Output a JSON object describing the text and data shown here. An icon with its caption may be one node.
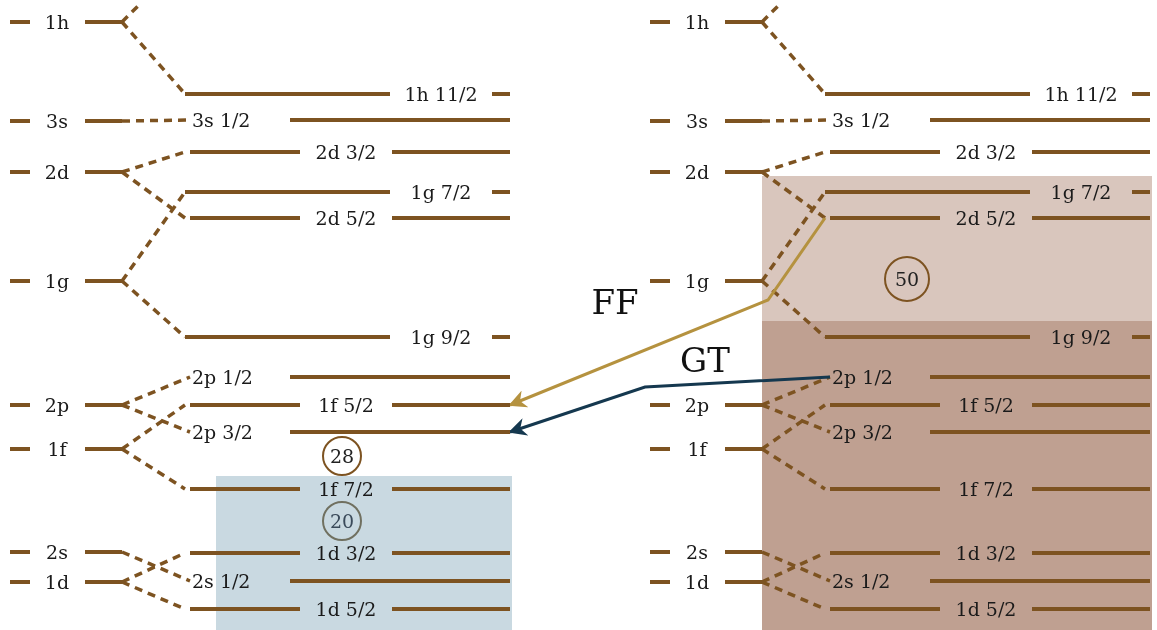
{
  "diagram": {
    "nodes": [
      {
        "text": [
          "1h"
        ]
      },
      {
        "text": [
          "3s"
        ]
      },
      {
        "text": [
          "2d"
        ]
      },
      {
        "text": [
          "1g"
        ]
      },
      {
        "text": [
          "2p"
        ]
      },
      {
        "text": [
          "1f"
        ]
      },
      {
        "text": [
          "2s"
        ]
      },
      {
        "text": [
          "1d"
        ]
      },
      {
        "text": [
          "1h 11/2"
        ]
      },
      {
        "text": [
          "3s 1/2"
        ]
      },
      {
        "text": [
          "2d 3/2"
        ]
      },
      {
        "text": [
          "1g 7/2"
        ]
      },
      {
        "text": [
          "2d 5/2"
        ]
      },
      {
        "text": [
          "1g 9/2"
        ]
      },
      {
        "text": [
          "2p 1/2"
        ]
      },
      {
        "text": [
          "1f 5/2"
        ]
      },
      {
        "text": [
          "2p 3/2"
        ]
      },
      {
        "text": [
          "1f 7/2"
        ]
      },
      {
        "text": [
          "1d 3/2"
        ]
      },
      {
        "text": [
          "2s 1/2"
        ]
      },
      {
        "text": [
          "1d 5/2"
        ]
      },
      {
        "text": [
          "28"
        ]
      },
      {
        "text": [
          "20"
        ]
      },
      {
        "text": [
          "1h"
        ]
      },
      {
        "text": [
          "3s"
        ]
      },
      {
        "text": [
          "2d"
        ]
      },
      {
        "text": [
          "1g"
        ]
      },
      {
        "text": [
          "2p"
        ]
      },
      {
        "text": [
          "1f"
        ]
      },
      {
        "text": [
          "2s"
        ]
      },
      {
        "text": [
          "1d"
        ]
      },
      {
        "text": [
          "1h 11/2"
        ]
      },
      {
        "text": [
          "3s 1/2"
        ]
      },
      {
        "text": [
          "2d 3/2"
        ]
      },
      {
        "text": [
          "1g 7/2"
        ]
      },
      {
        "text": [
          "2d 5/2"
        ]
      },
      {
        "text": [
          "1g 9/2"
        ]
      },
      {
        "text": [
          "2p 1/2"
        ]
      },
      {
        "text": [
          "1f 5/2"
        ]
      },
      {
        "text": [
          "2p 3/2"
        ]
      },
      {
        "text": [
          "1f 7/2"
        ]
      },
      {
        "text": [
          "1d 3/2"
        ]
      },
      {
        "text": [
          "2s 1/2"
        ]
      },
      {
        "text": [
          "1d 5/2"
        ]
      },
      {
        "text": [
          "50"
        ]
      }
    ],
    "edges": [
      {
        "from": 0,
        "to": null,
        "arrow": "none",
        "style": "dashed"
      },
      {
        "from": 0,
        "to": 8,
        "arrow": "none",
        "style": "dashed"
      },
      {
        "from": 1,
        "to": 9,
        "arrow": "none",
        "style": "dashed"
      },
      {
        "from": 2,
        "to": 10,
        "arrow": "none",
        "style": "dashed"
      },
      {
        "from": 2,
        "to": 12,
        "arrow": "none",
        "style": "dashed"
      },
      {
        "from": 3,
        "to": 11,
        "arrow": "none",
        "style": "dashed"
      },
      {
        "from": 3,
        "to": 13,
        "arrow": "none",
        "style": "dashed"
      },
      {
        "from": 4,
        "to": 14,
        "arrow": "none",
        "style": "dashed"
      },
      {
        "from": 4,
        "to": 16,
        "arrow": "none",
        "style": "dashed"
      },
      {
        "from": 5,
        "to": 15,
        "arrow": "none",
        "style": "dashed"
      },
      {
        "from": 5,
        "to": 17,
        "arrow": "none",
        "style": "dashed"
      },
      {
        "from": 6,
        "to": 19,
        "arrow": "none",
        "style": "dashed"
      },
      {
        "from": 7,
        "to": 18,
        "arrow": "none",
        "style": "dashed"
      },
      {
        "from": 7,
        "to": 20,
        "arrow": "none",
        "style": "dashed"
      },
      {
        "from": 23,
        "to": null,
        "arrow": "none",
        "style": "dashed"
      },
      {
        "from": 23,
        "to": 31,
        "arrow": "none",
        "style": "dashed"
      },
      {
        "from": 24,
        "to": 32,
        "arrow": "none",
        "style": "dashed"
      },
      {
        "from": 25,
        "to": 33,
        "arrow": "none",
        "style": "dashed"
      },
      {
        "from": 25,
        "to": 35,
        "arrow": "none",
        "style": "dashed"
      },
      {
        "from": 26,
        "to": 34,
        "arrow": "none",
        "style": "dashed"
      },
      {
        "from": 26,
        "to": 36,
        "arrow": "none",
        "style": "dashed"
      },
      {
        "from": 27,
        "to": 37,
        "arrow": "none",
        "style": "dashed"
      },
      {
        "from": 27,
        "to": 39,
        "arrow": "none",
        "style": "dashed"
      },
      {
        "from": 28,
        "to": 38,
        "arrow": "none",
        "style": "dashed"
      },
      {
        "from": 28,
        "to": 40,
        "arrow": "none",
        "style": "dashed"
      },
      {
        "from": 29,
        "to": 42,
        "arrow": "none",
        "style": "dashed"
      },
      {
        "from": 30,
        "to": 41,
        "arrow": "none",
        "style": "dashed"
      },
      {
        "from": 30,
        "to": 43,
        "arrow": "none",
        "style": "dashed"
      },
      {
        "from": 35,
        "to": 15,
        "arrow": "to",
        "label": "FF",
        "color": "#b5923f"
      },
      {
        "from": 37,
        "to": 16,
        "arrow": "to",
        "label": "GT",
        "color": "#15384f"
      }
    ]
  }
}
